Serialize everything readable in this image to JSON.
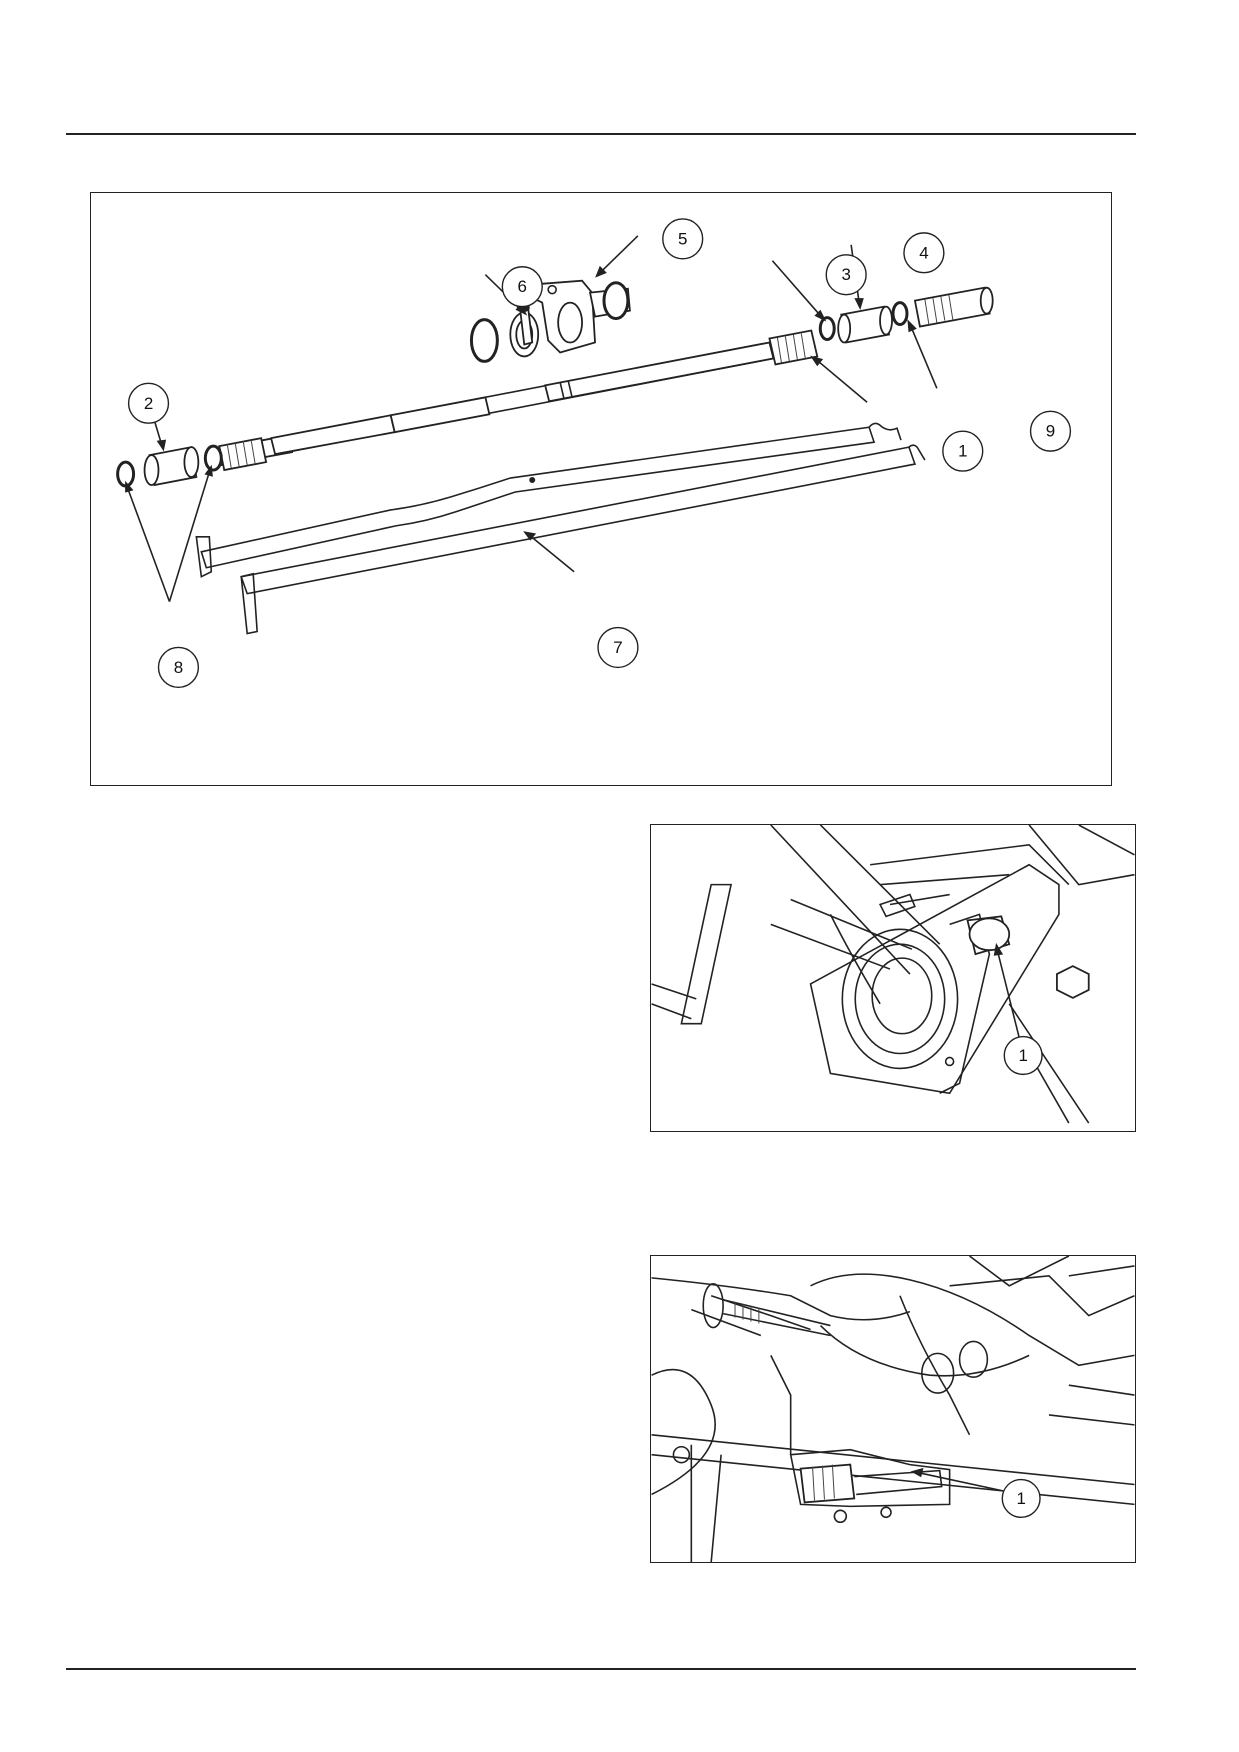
{
  "figures": [
    {
      "id": "exploded-view",
      "callouts": [
        "1",
        "2",
        "3",
        "4",
        "5",
        "6",
        "7",
        "8",
        "9"
      ]
    },
    {
      "id": "bearing-housing-photo",
      "callouts": [
        "1"
      ]
    },
    {
      "id": "underside-photo",
      "callouts": [
        "1"
      ]
    }
  ]
}
